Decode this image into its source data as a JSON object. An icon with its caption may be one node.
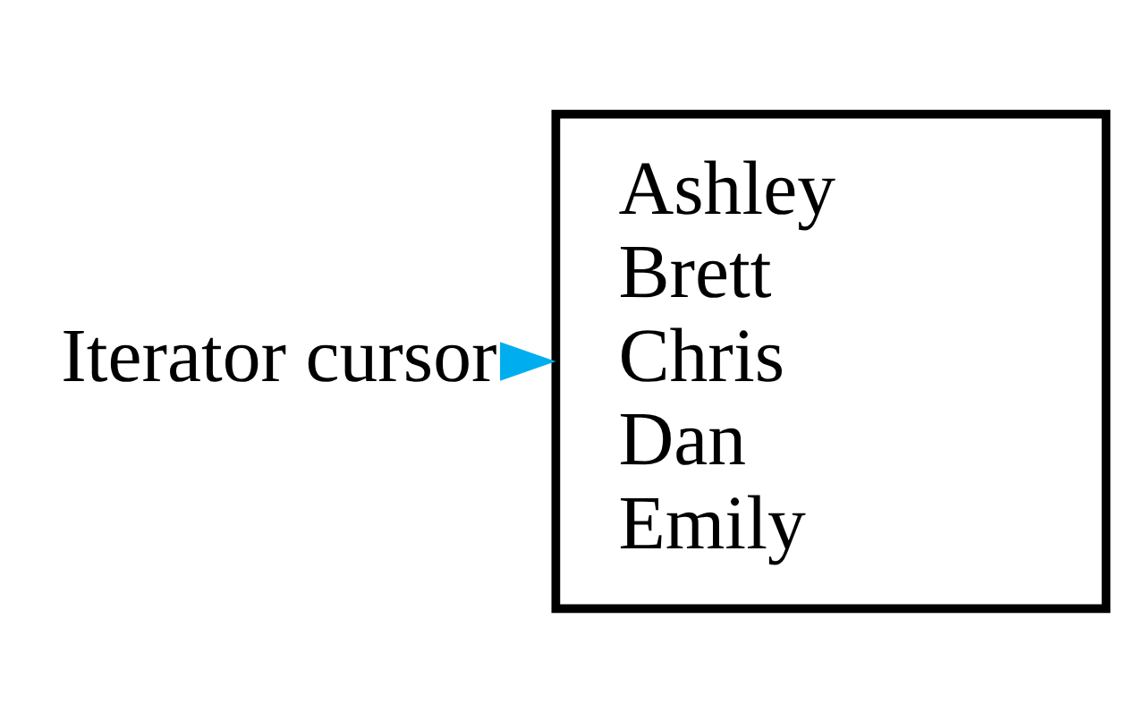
{
  "diagram": {
    "nodes": [
      {
        "text": [
          "Iterator cursor"
        ]
      },
      {
        "text": [
          "Ashley",
          "Brett",
          "Chris",
          "Dan",
          "Emily"
        ]
      }
    ],
    "edges": [
      {
        "from": 0,
        "to": 1,
        "arrow": "to",
        "color": "#00aeef"
      }
    ]
  }
}
